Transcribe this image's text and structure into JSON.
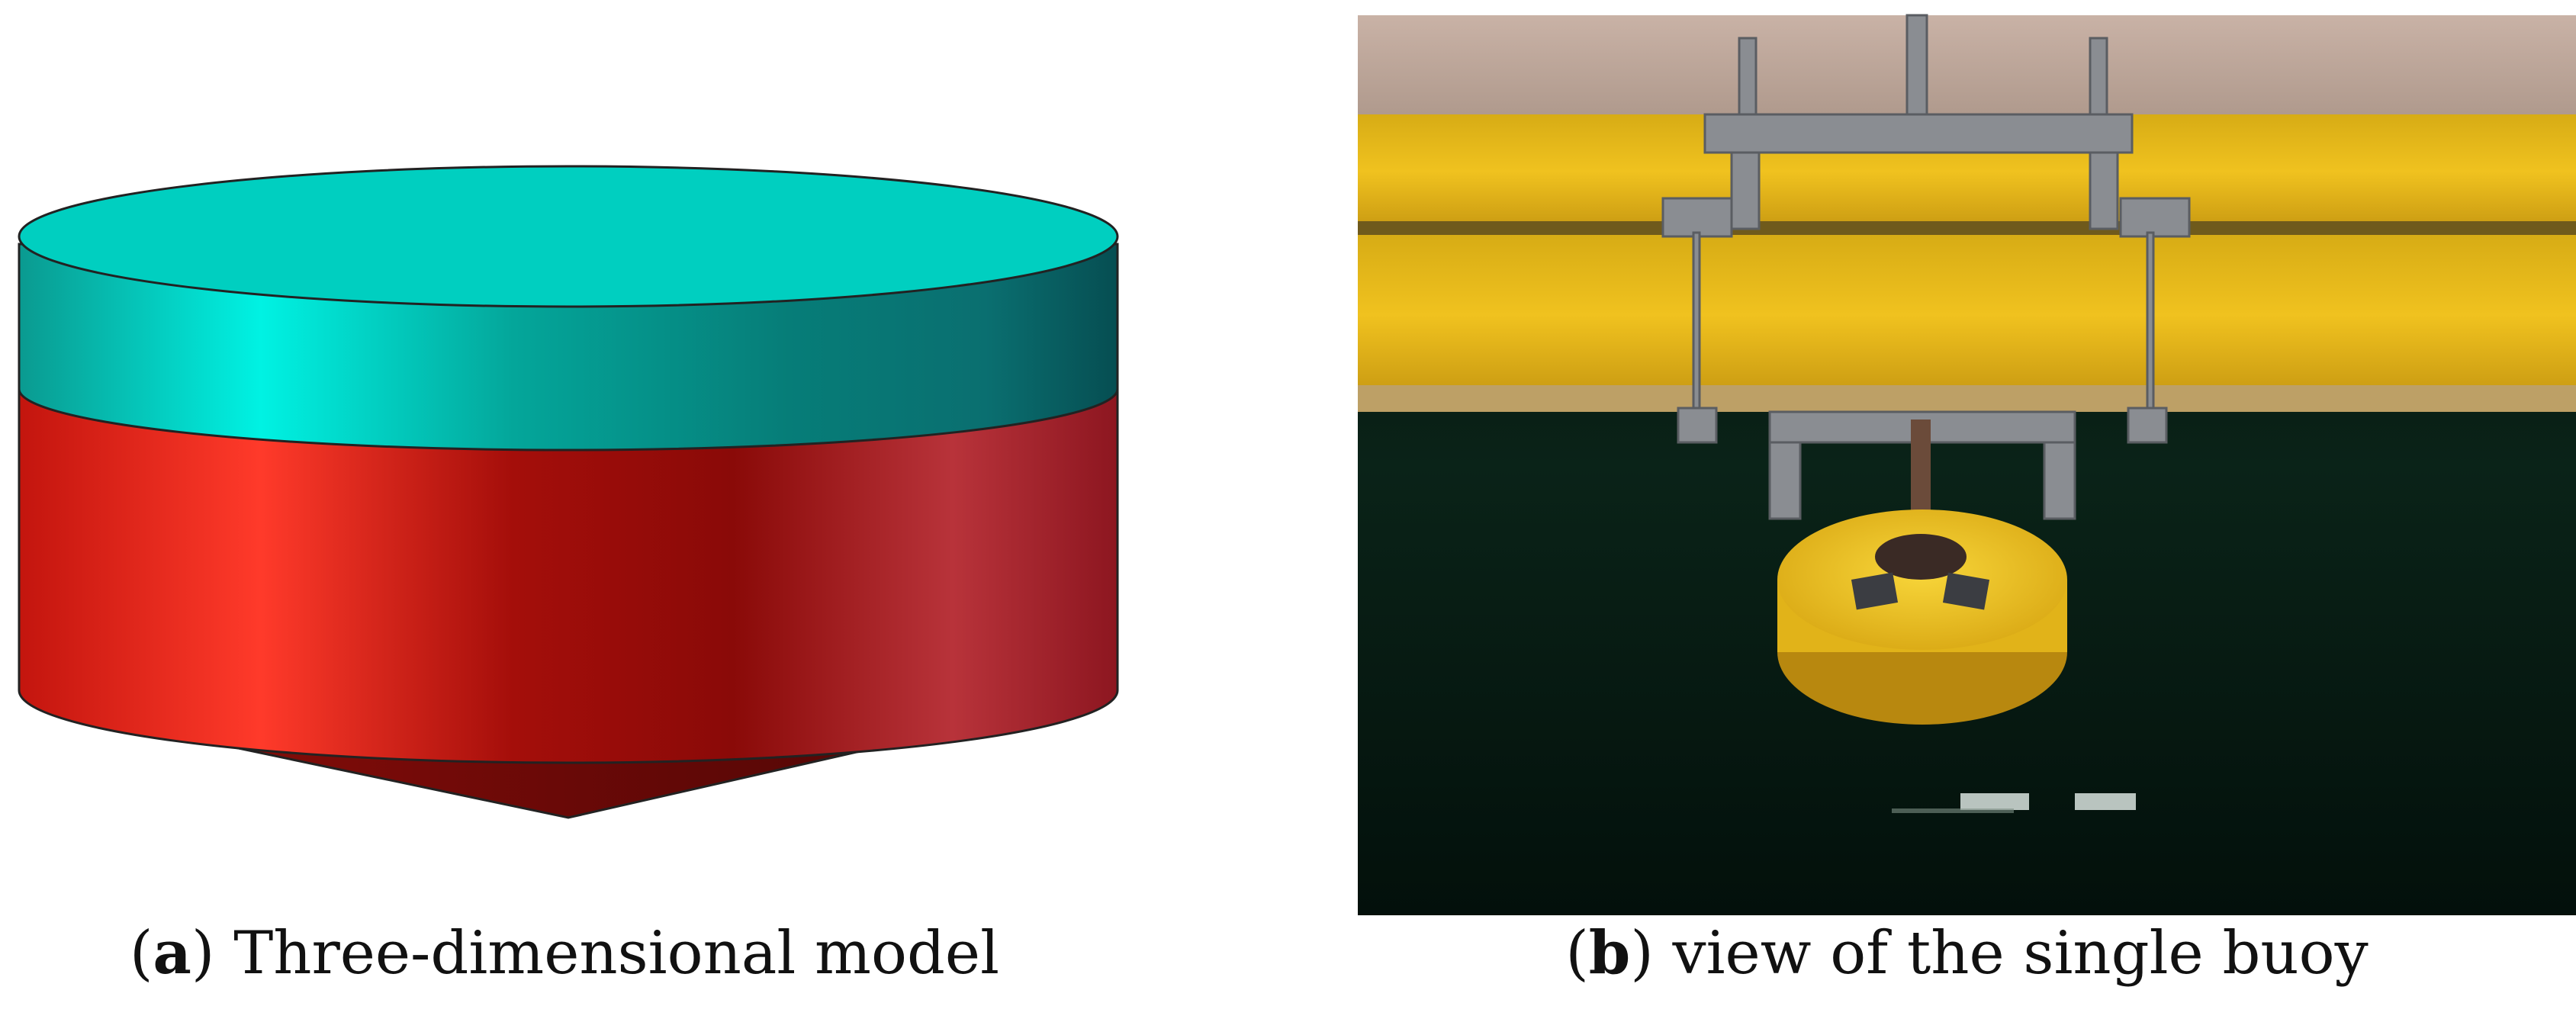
{
  "panels": [
    {
      "letter": "a",
      "text": "Three-dimensional model"
    },
    {
      "letter": "b",
      "text": "view of the single buoy"
    }
  ],
  "colors": {
    "cylinder_top": "#00cfc0",
    "cylinder_side_teal": "#0a8f86",
    "cylinder_lower_red": "#c71710",
    "cone_dark_red": "#7a0d08",
    "rail_yellow": "#e3b81c",
    "water_dark": "#061a12",
    "buoy_yellow": "#f2c81a"
  }
}
